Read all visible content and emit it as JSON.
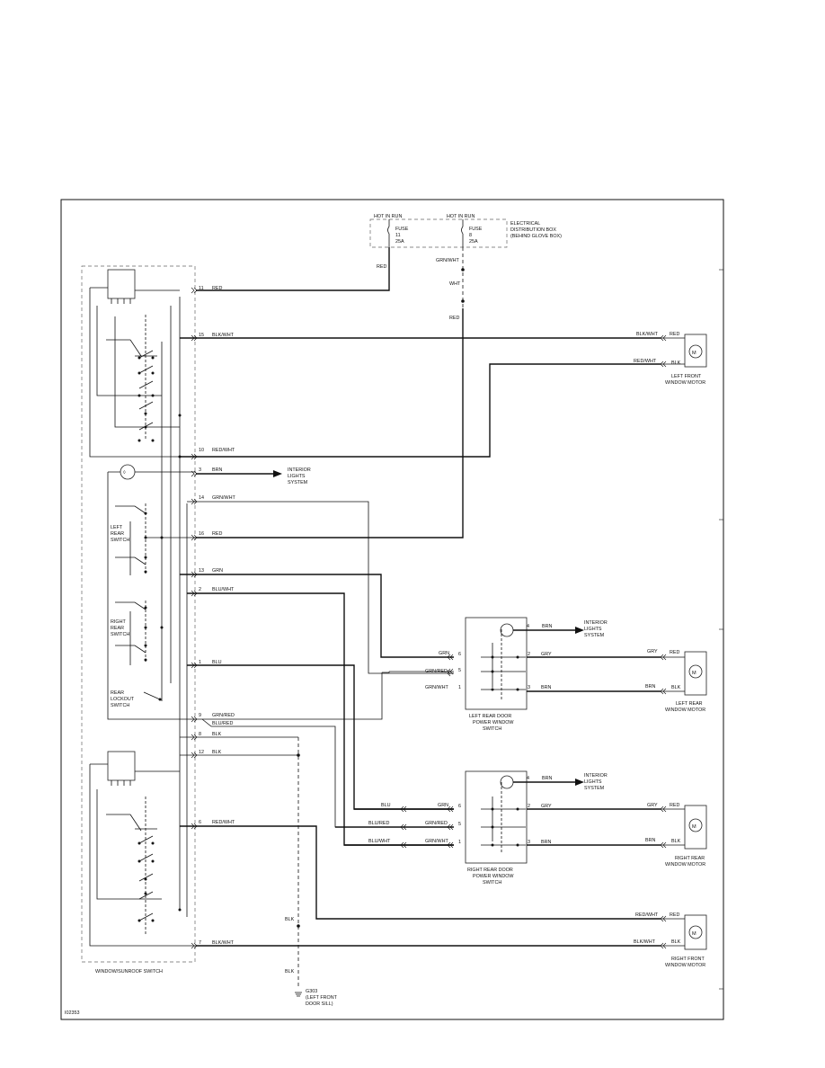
{
  "diagram_id": "I02353",
  "fuse_box": {
    "label_line1": "ELECTRICAL",
    "label_line2": "DISTRIBUTION BOX",
    "label_line3": "(BEHIND GLOVE BOX)",
    "fuse_11": {
      "hot": "HOT IN RUN",
      "name": "FUSE",
      "number": "11",
      "rating": "25A"
    },
    "fuse_8": {
      "hot": "HOT IN RUN",
      "name": "FUSE",
      "number": "8",
      "rating": "25A"
    }
  },
  "main_switch": {
    "label": "WINDOW/SUNROOF SWITCH",
    "left_rear_switch": [
      "LEFT",
      "REAR",
      "SWITCH"
    ],
    "right_rear_switch": [
      "RIGHT",
      "REAR",
      "SWITCH"
    ],
    "rear_lockout_switch": [
      "REAR",
      "LOCKOUT",
      "SWITCH"
    ]
  },
  "pins": {
    "p11": {
      "pin": "11",
      "wire": "RED"
    },
    "p15": {
      "pin": "15",
      "wire": "BLK/WHT"
    },
    "p10": {
      "pin": "10",
      "wire": "RED/WHT"
    },
    "p3": {
      "pin": "3",
      "wire": "BRN"
    },
    "p14": {
      "pin": "14",
      "wire": "GRN/WHT"
    },
    "p16": {
      "pin": "16",
      "wire": "RED"
    },
    "p13": {
      "pin": "13",
      "wire": "GRN"
    },
    "p2": {
      "pin": "2",
      "wire": "BLU/WHT"
    },
    "p1": {
      "pin": "1",
      "wire": "BLU"
    },
    "p9": {
      "pin": "9",
      "wire": "GRN/RED"
    },
    "p9b": {
      "pin": "",
      "wire": "BLU/RED"
    },
    "p8": {
      "pin": "8",
      "wire": "BLK"
    },
    "p12": {
      "pin": "12",
      "wire": "BLK"
    },
    "p6": {
      "pin": "6",
      "wire": "RED/WHT"
    },
    "p7": {
      "pin": "7",
      "wire": "BLK/WHT"
    }
  },
  "wires": {
    "red": "RED",
    "grn_wht": "GRN/WHT",
    "wht": "WHT",
    "blk": "BLK",
    "blk_wht": "BLK/WHT",
    "red_wht": "RED/WHT",
    "grn": "GRN",
    "grn_red": "GRN/RED",
    "gry": "GRY",
    "brn": "BRN",
    "blu": "BLU",
    "blu_red": "BLU/RED",
    "blu_wht": "BLU/WHT"
  },
  "interior_lights": [
    "INTERIOR",
    "LIGHTS",
    "SYSTEM"
  ],
  "left_rear_door_switch": {
    "label": [
      "LEFT REAR DOOR",
      "POWER WINDOW",
      "SWITCH"
    ],
    "pins": [
      "6",
      "5",
      "1",
      "4",
      "3",
      "2"
    ]
  },
  "right_rear_door_switch": {
    "label": [
      "RIGHT REAR DOOR",
      "POWER WINDOW",
      "SWITCH"
    ],
    "pins": [
      "6",
      "5",
      "1",
      "4",
      "3",
      "2"
    ]
  },
  "motors": {
    "left_front": [
      "LEFT FRONT",
      "WINDOW MOTOR"
    ],
    "left_rear": [
      "LEFT REAR",
      "WINDOW MOTOR"
    ],
    "right_rear": [
      "RIGHT REAR",
      "WINDOW MOTOR"
    ],
    "right_front": [
      "RIGHT FRONT",
      "WINDOW MOTOR"
    ],
    "symbol": "M"
  },
  "ground": [
    "G303",
    "(LEFT FRONT",
    "DOOR SILL)"
  ]
}
